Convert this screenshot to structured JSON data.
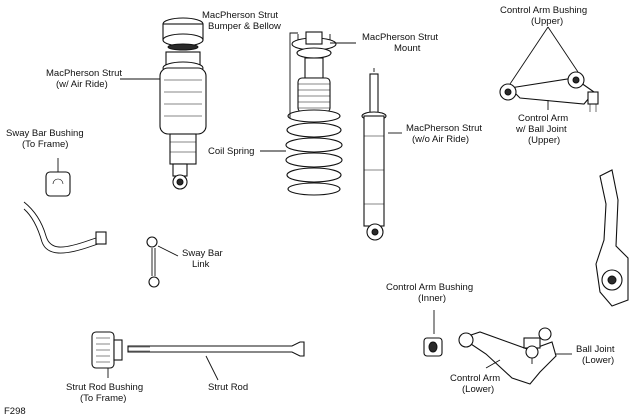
{
  "figure_code": "F298",
  "labels": {
    "strut_air_l1": "MacPherson Strut",
    "strut_air_l2": "(w/ Air Ride)",
    "bumper_l1": "MacPherson Strut",
    "bumper_l2": "Bumper & Bellow",
    "mount_l1": "MacPherson Strut",
    "mount_l2": "Mount",
    "coil": "Coil Spring",
    "strut_noair_l1": "MacPherson Strut",
    "strut_noair_l2": "(w/o Air Ride)",
    "ca_bush_upper_l1": "Control Arm Bushing",
    "ca_bush_upper_l2": "(Upper)",
    "ca_upper_l1": "Control Arm",
    "ca_upper_l2": "w/ Ball Joint",
    "ca_upper_l3": "(Upper)",
    "sway_bush_l1": "Sway Bar Bushing",
    "sway_bush_l2": "(To Frame)",
    "sway_link_l1": "Sway Bar",
    "sway_link_l2": "Link",
    "ca_bush_inner_l1": "Control Arm Bushing",
    "ca_bush_inner_l2": "(Inner)",
    "ball_joint_l1": "Ball Joint",
    "ball_joint_l2": "(Lower)",
    "ca_lower_l1": "Control Arm",
    "ca_lower_l2": "(Lower)",
    "strut_rod_bush_l1": "Strut Rod Bushing",
    "strut_rod_bush_l2": "(To Frame)",
    "strut_rod": "Strut Rod"
  }
}
